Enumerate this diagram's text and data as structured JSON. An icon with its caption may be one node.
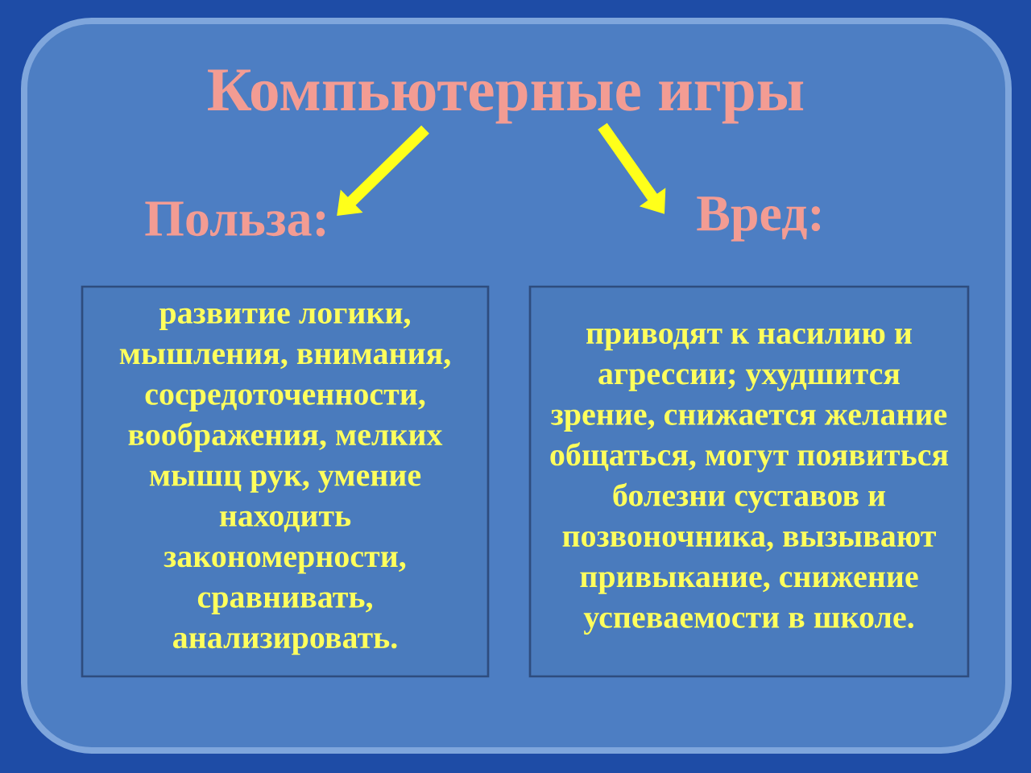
{
  "diagram": {
    "nodes": [
      {
        "text": [
          "Компьютерные игры"
        ]
      },
      {
        "text": [
          "Польза:"
        ]
      },
      {
        "text": [
          "Вред:"
        ]
      },
      {
        "text": [
          "развитие логики, мышления, внимания, сосредоточенности, воображения, мелких мышц рук, умение находить закономерности, сравнивать, анализировать."
        ]
      },
      {
        "text": [
          "приводят к насилию и агрессии; ухудшится зрение, снижается желание общаться, могут появиться болезни суставов и позвоночника, вызывают привыкание, снижение успеваемости в школе."
        ]
      }
    ],
    "edges": [
      {
        "from": 0,
        "to": 1,
        "arrow": "to"
      },
      {
        "from": 0,
        "to": 2,
        "arrow": "to"
      }
    ]
  }
}
